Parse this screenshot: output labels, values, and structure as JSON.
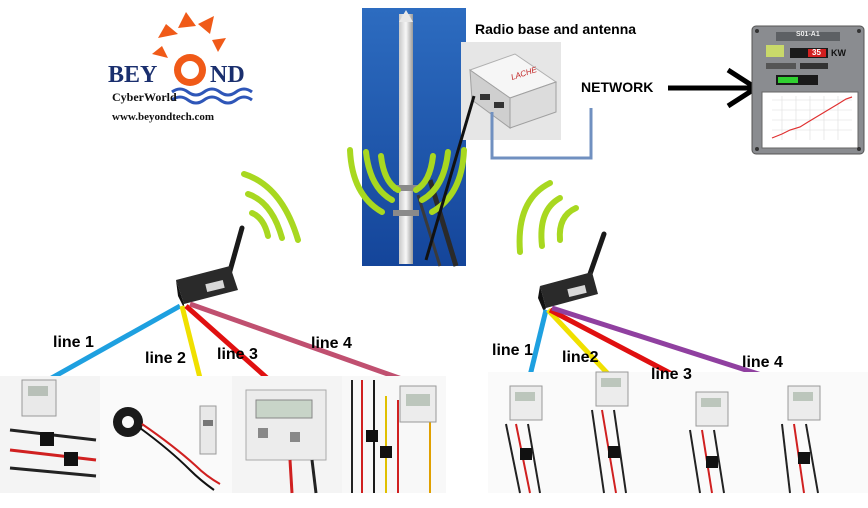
{
  "logo": {
    "word_left": "BEY",
    "word_right": "ND",
    "tagline": "CyberWorld",
    "url": "www.beyondtech.com"
  },
  "labels": {
    "radio_base": "Radio base and antenna",
    "network": "NETWORK"
  },
  "left_group": {
    "lines": [
      {
        "label": "line 1",
        "color": "#1ea0e0"
      },
      {
        "label": "line 2",
        "color": "#f0e000"
      },
      {
        "label": "line 3",
        "color": "#e01010"
      },
      {
        "label": "line 4",
        "color": "#c05070"
      }
    ]
  },
  "right_group": {
    "lines": [
      {
        "label": "line 1",
        "color": "#1ea0e0"
      },
      {
        "label": "line2",
        "color": "#f0e000"
      },
      {
        "label": "line 3",
        "color": "#e01010"
      },
      {
        "label": "line 4",
        "color": "#9040a0"
      }
    ]
  },
  "monitor": {
    "panel_id": "S01-A1",
    "unit": "KW",
    "reading": "35"
  },
  "colors": {
    "wave": "#a8d820",
    "sky": "#1f5fb0",
    "network_link": "#7090c0"
  }
}
